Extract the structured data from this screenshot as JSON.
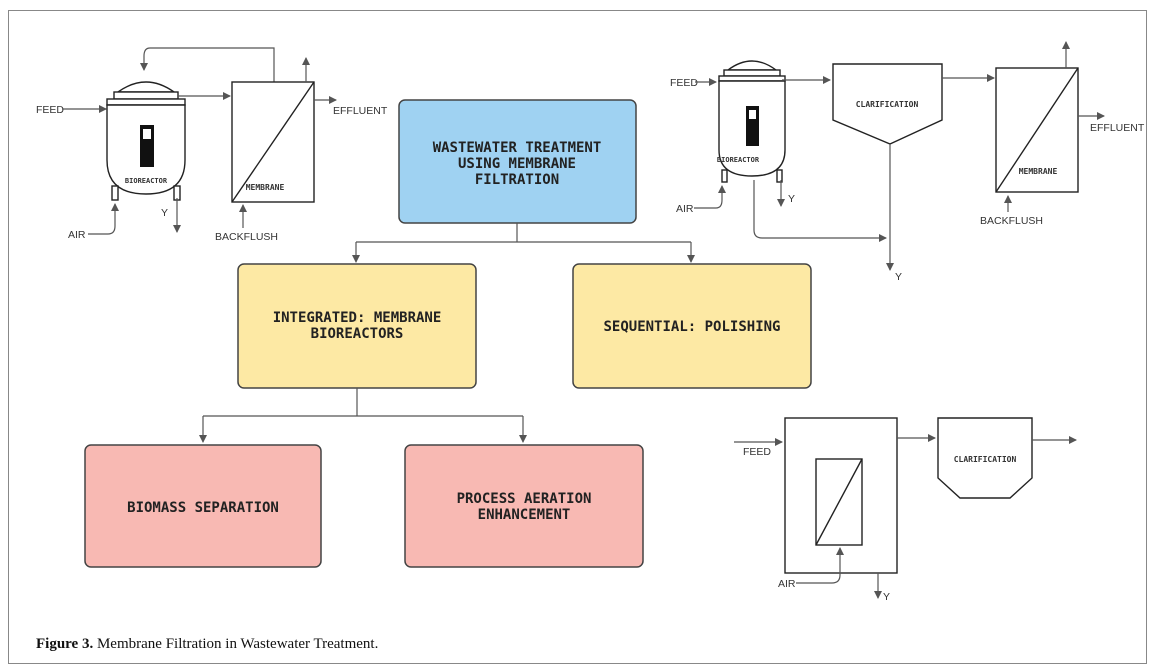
{
  "boxes": {
    "root": [
      "WASTEWATER TREATMENT",
      "USING MEMBRANE",
      "FILTRATION"
    ],
    "integrated": [
      "INTEGRATED: MEMBRANE",
      "BIOREACTORS"
    ],
    "sequential": [
      "SEQUENTIAL: POLISHING"
    ],
    "biomass": [
      "BIOMASS SEPARATION"
    ],
    "aeration": [
      "PROCESS AERATION",
      "ENHANCEMENT"
    ]
  },
  "labels": {
    "feed": "FEED",
    "air": "AIR",
    "y": "Y",
    "effluent": "EFFLUENT",
    "backflush": "BACKFLUSH",
    "bioreactor": "BIOREACTOR",
    "membrane": "MEMBRANE",
    "clarification": "CLARIFICATION"
  },
  "caption": {
    "label": "Figure 3.",
    "text": " Membrane Filtration in Wastewater Treatment."
  },
  "colors": {
    "root_fill": "#9fd2f2",
    "level2_fill": "#fde9a4",
    "level3_fill": "#f8b9b3",
    "box_stroke": "#444444"
  }
}
